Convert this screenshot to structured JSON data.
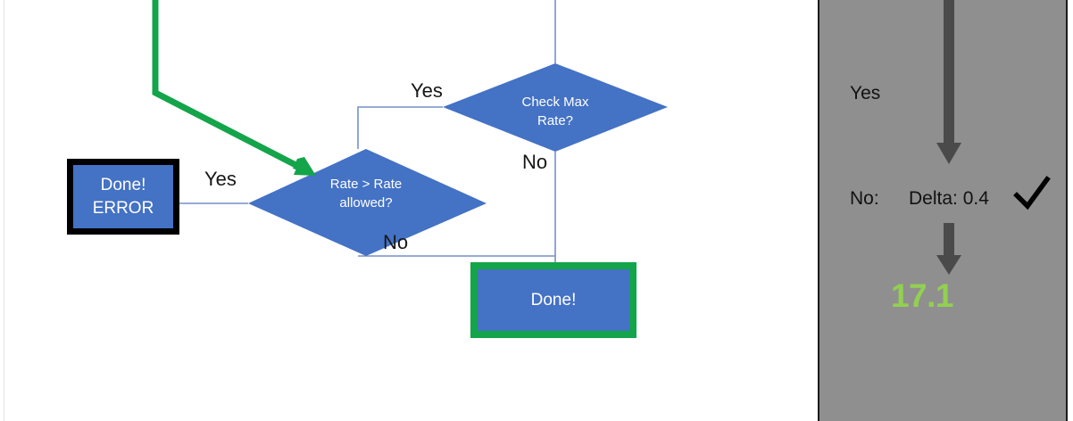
{
  "slide": {
    "background_color": "#ffffff",
    "accent_blue": "#4472C4",
    "accent_green": "#14A44A",
    "connector_blue": "#7491C8",
    "panel_gray": "#8f8f8f",
    "value_green": "#92D050"
  },
  "flowchart": {
    "nodes": [
      {
        "id": "error-terminator",
        "shape": "rectangle",
        "text": "Done!\nERROR",
        "fill": "#4472C4",
        "border": "#000000"
      },
      {
        "id": "rate-check-decision",
        "shape": "diamond",
        "text": "Rate > Rate\nallowed?",
        "fill": "#4472C4"
      },
      {
        "id": "max-rate-decision",
        "shape": "diamond",
        "text": "Check Max\nRate?",
        "fill": "#4472C4"
      },
      {
        "id": "done-terminator",
        "shape": "rectangle",
        "text": "Done!",
        "fill": "#4472C4",
        "border": "#14A44A"
      }
    ],
    "edge_labels": [
      {
        "id": "edge-label-yes-top",
        "text": "Yes"
      },
      {
        "id": "edge-label-no-top",
        "text": "No"
      },
      {
        "id": "edge-label-yes-left",
        "text": "Yes"
      },
      {
        "id": "edge-label-no-bottom",
        "text": "No"
      }
    ],
    "highlight_arrow": {
      "id": "green-highlight-arrow",
      "color": "#14A44A",
      "target": "rate-check-decision"
    }
  },
  "panel": {
    "yes_label": "Yes",
    "no_label": "No:",
    "delta_label": "Delta: 0.4",
    "check_mark": "check-mark",
    "value": "17.1",
    "arrows": [
      {
        "id": "panel-arrow-top",
        "direction": "down",
        "color": "#4a4a4a"
      },
      {
        "id": "panel-arrow-bottom",
        "direction": "down",
        "color": "#4a4a4a"
      }
    ]
  }
}
